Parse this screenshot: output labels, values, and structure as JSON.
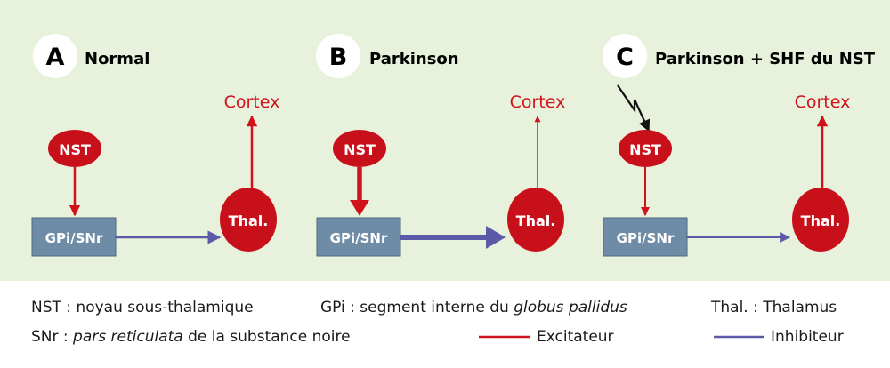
{
  "panels": [
    {
      "letter": "A",
      "title": "Normal"
    },
    {
      "letter": "B",
      "title": "Parkinson"
    },
    {
      "letter": "C",
      "title": "Parkinson + SHF du NST"
    }
  ],
  "nodes": {
    "cortex": "Cortex",
    "nst": "NST",
    "gpi": "GPi/SNr",
    "thal": "Thal."
  },
  "legend": {
    "nst_def": "NST : noyau sous-thalamique",
    "gpi_prefix": "GPi : segment interne du ",
    "gpi_italic": "globus pallidus",
    "thal_def": "Thal. : Thalamus",
    "snr_prefix": "SNr : ",
    "snr_italic": "pars reticulata",
    "snr_suffix": " de la substance noire",
    "excitateur": "Excitateur",
    "inhibiteur": "Inhibiteur"
  },
  "colors": {
    "background": "#e8f1dc",
    "excitatory": "#d0121a",
    "inhibitory": "#5a5aa8",
    "node_red": "#c8101a",
    "node_blue": "#6e8ca6"
  }
}
